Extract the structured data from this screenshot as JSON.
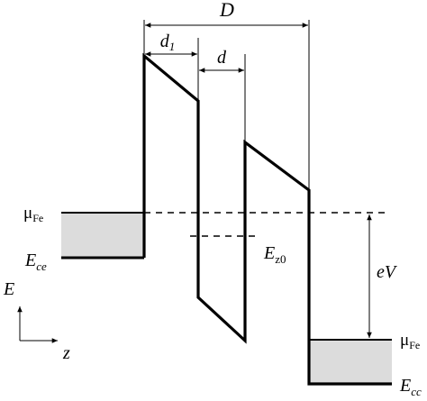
{
  "labels": {
    "D": "D",
    "d1_main": "d",
    "d1_sub": "1",
    "d": "d",
    "mu_left_main": "μ",
    "mu_left_sub": "Fe",
    "ece_main": "E",
    "ece_sub": "ce",
    "ez0_main": "E",
    "ez0_sub": "z0",
    "eV": "eV",
    "mu_right_main": "μ",
    "mu_right_sub": "Fe",
    "ecc_main": "E",
    "ecc_sub": "cc",
    "axis_E": "E",
    "axis_z": "z"
  },
  "colors": {
    "line": "#000000",
    "fill": "#dcdcdc",
    "background": "#ffffff"
  }
}
